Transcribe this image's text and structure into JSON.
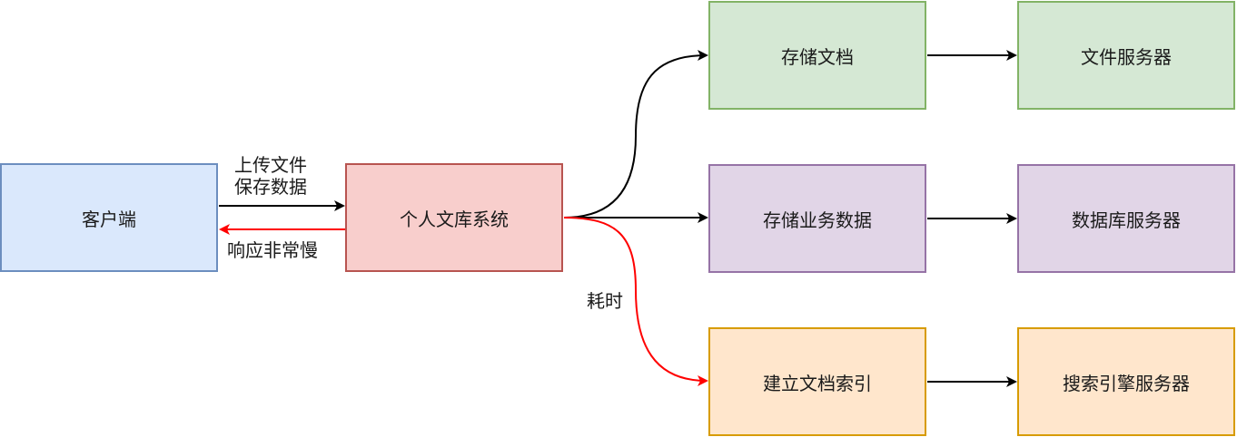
{
  "nodes": {
    "client": {
      "label": "客户端",
      "fill": "#dae8fc",
      "stroke": "#6c8ebf"
    },
    "system": {
      "label": "个人文库系统",
      "fill": "#f8cecc",
      "stroke": "#b85450"
    },
    "store_doc": {
      "label": "存储文档",
      "fill": "#d5e8d4",
      "stroke": "#82b366"
    },
    "file_server": {
      "label": "文件服务器",
      "fill": "#d5e8d4",
      "stroke": "#82b366"
    },
    "store_biz": {
      "label": "存储业务数据",
      "fill": "#e1d5e7",
      "stroke": "#9673a6"
    },
    "db_server": {
      "label": "数据库服务器",
      "fill": "#e1d5e7",
      "stroke": "#9673a6"
    },
    "index_doc": {
      "label": "建立文档索引",
      "fill": "#ffe6cc",
      "stroke": "#d79b00"
    },
    "search_server": {
      "label": "搜索引擎服务器",
      "fill": "#ffe6cc",
      "stroke": "#d79b00"
    }
  },
  "edge_labels": {
    "upload_line1": "上传文件",
    "upload_line2": "保存数据",
    "slow_response": "响应非常慢",
    "time_consuming": "耗时"
  },
  "colors": {
    "normal_edge": "#000000",
    "slow_edge": "#ff0000"
  }
}
